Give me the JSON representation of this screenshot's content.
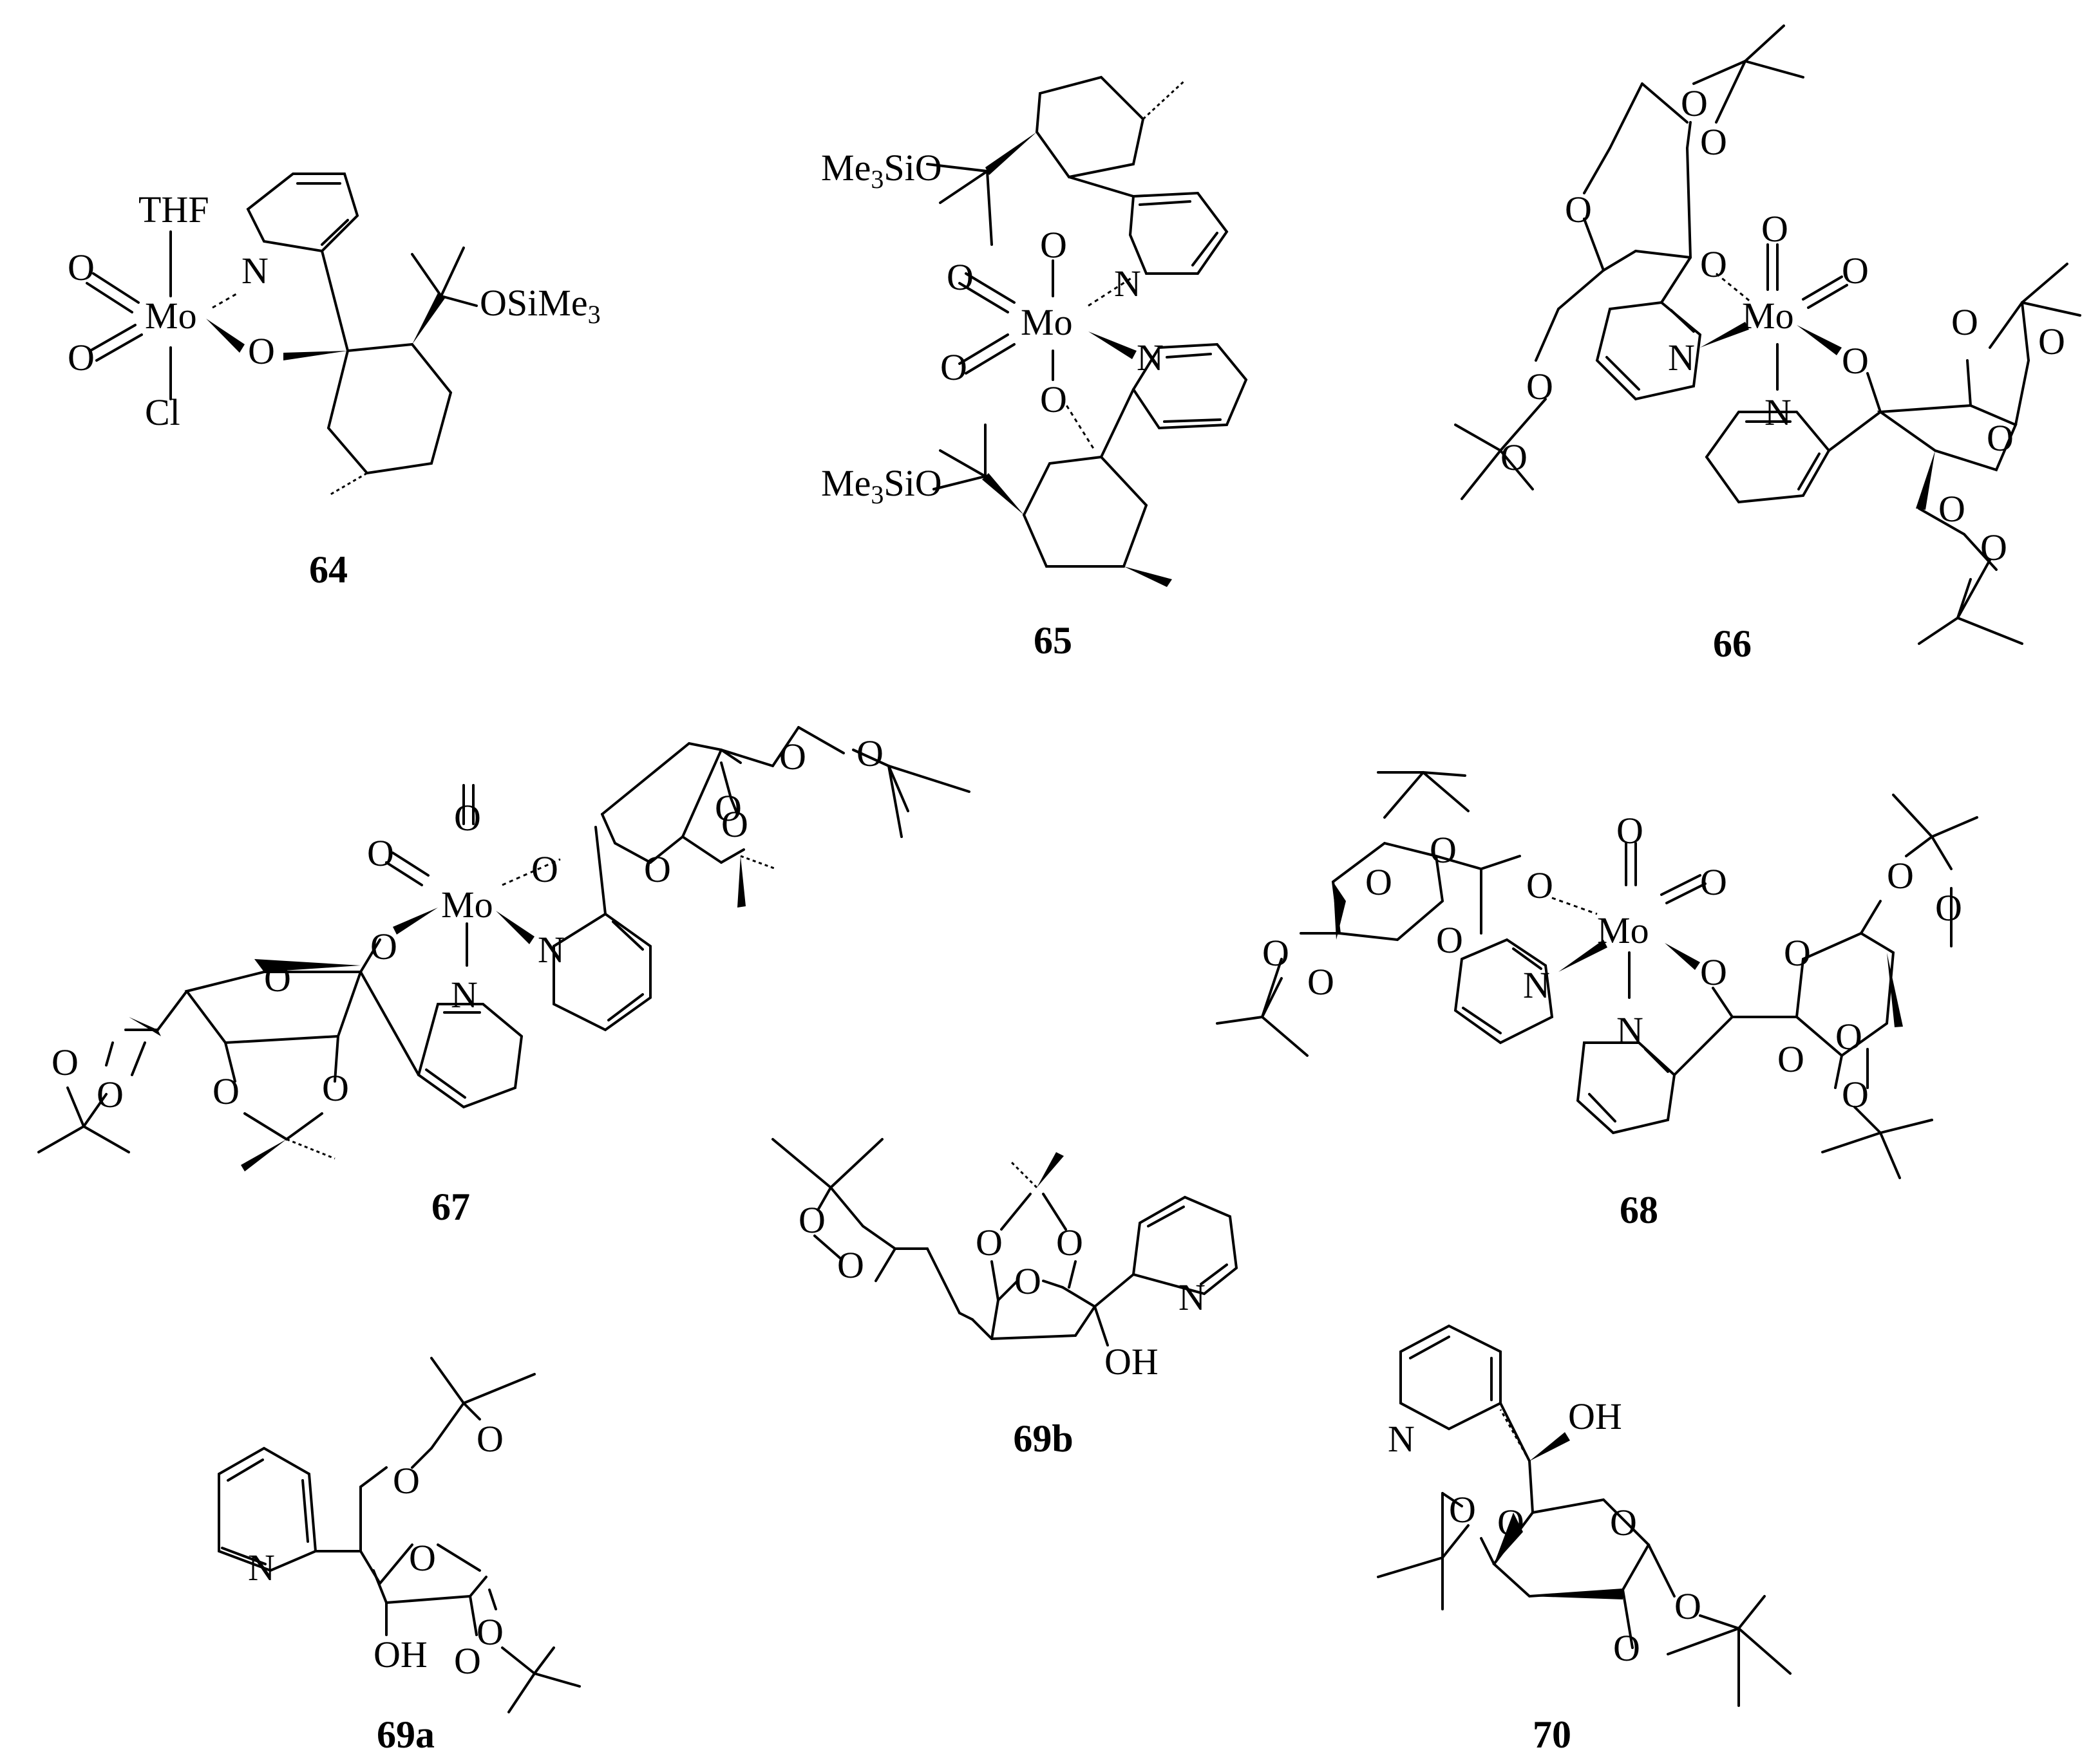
{
  "compounds": [
    {
      "id": "c64",
      "label": "64"
    },
    {
      "id": "c65",
      "label": "65"
    },
    {
      "id": "c66",
      "label": "66"
    },
    {
      "id": "c67",
      "label": "67"
    },
    {
      "id": "c68",
      "label": "68"
    },
    {
      "id": "c69b",
      "label": "69b"
    },
    {
      "id": "c69a",
      "label": "69a"
    },
    {
      "id": "c70",
      "label": "70"
    }
  ],
  "atoms": {
    "THF": "THF",
    "Mo": "Mo",
    "O": "O",
    "N": "N",
    "Cl": "Cl",
    "OSiMe": "OSiMe",
    "Me": "Me",
    "SiO": "SiO",
    "sub3": "3",
    "OH": "OH"
  }
}
